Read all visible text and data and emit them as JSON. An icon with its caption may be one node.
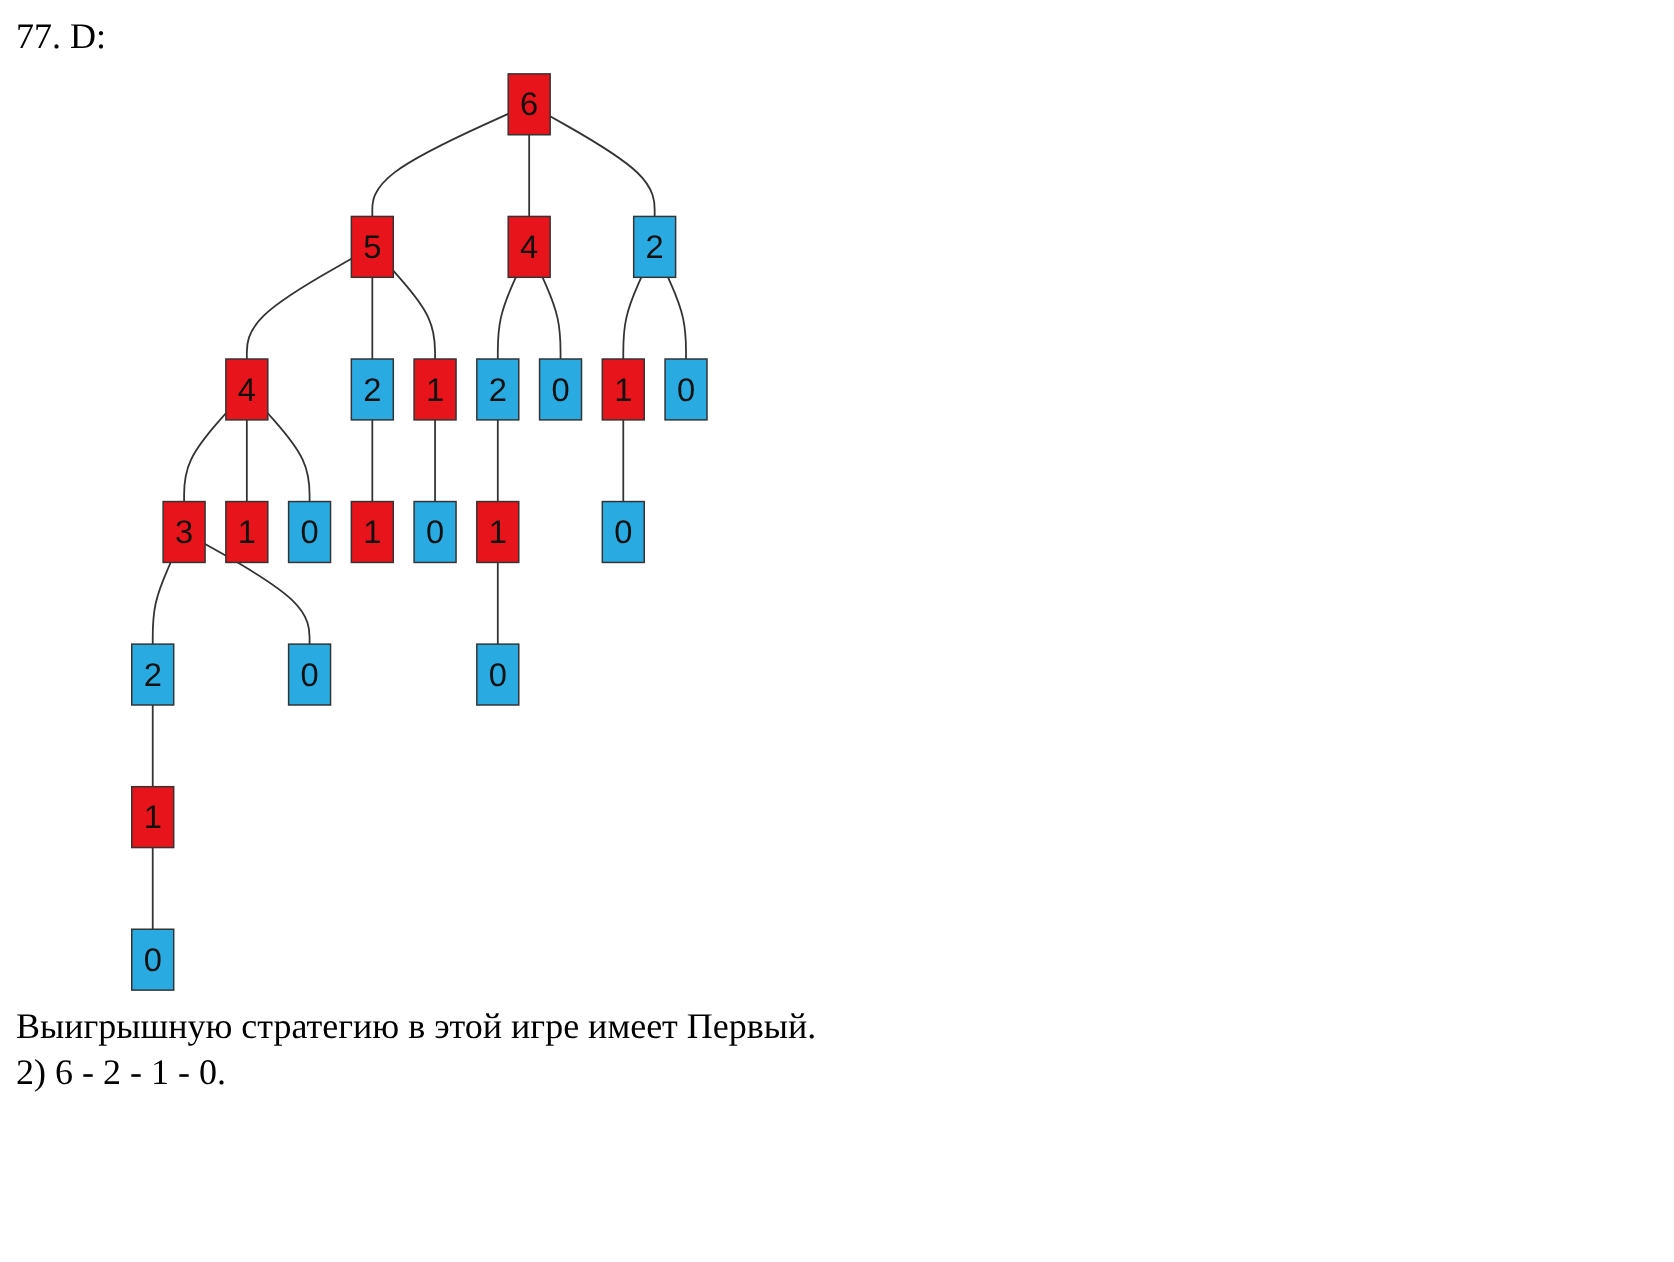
{
  "diagram": {
    "nodes": [
      {
        "text": [
          "6"
        ]
      },
      {
        "text": [
          "5"
        ]
      },
      {
        "text": [
          "4"
        ]
      },
      {
        "text": [
          "2"
        ]
      },
      {
        "text": [
          "4"
        ]
      },
      {
        "text": [
          "2"
        ]
      },
      {
        "text": [
          "1"
        ]
      },
      {
        "text": [
          "3"
        ]
      },
      {
        "text": [
          "1"
        ]
      },
      {
        "text": [
          "0"
        ]
      },
      {
        "text": [
          "2"
        ]
      },
      {
        "text": [
          "0"
        ]
      },
      {
        "text": [
          "1"
        ]
      },
      {
        "text": [
          "0"
        ]
      },
      {
        "text": [
          "1"
        ]
      },
      {
        "text": [
          "0"
        ]
      },
      {
        "text": [
          "2"
        ]
      },
      {
        "text": [
          "0"
        ]
      },
      {
        "text": [
          "1"
        ]
      },
      {
        "text": [
          "0"
        ]
      },
      {
        "text": [
          "1"
        ]
      },
      {
        "text": [
          "0"
        ]
      },
      {
        "text": [
          "0"
        ]
      }
    ],
    "edges": [
      {
        "from": 0,
        "to": 1,
        "arrow": "none"
      },
      {
        "from": 0,
        "to": 2,
        "arrow": "none"
      },
      {
        "from": 0,
        "to": 3,
        "arrow": "none"
      },
      {
        "from": 1,
        "to": 4,
        "arrow": "none"
      },
      {
        "from": 1,
        "to": 5,
        "arrow": "none"
      },
      {
        "from": 1,
        "to": 6,
        "arrow": "none"
      },
      {
        "from": 4,
        "to": 7,
        "arrow": "none"
      },
      {
        "from": 4,
        "to": 8,
        "arrow": "none"
      },
      {
        "from": 4,
        "to": 9,
        "arrow": "none"
      },
      {
        "from": 7,
        "to": 10,
        "arrow": "none"
      },
      {
        "from": 7,
        "to": 11,
        "arrow": "none"
      },
      {
        "from": 10,
        "to": 12,
        "arrow": "none"
      },
      {
        "from": 12,
        "to": 13,
        "arrow": "none"
      },
      {
        "from": 5,
        "to": 14,
        "arrow": "none"
      },
      {
        "from": 6,
        "to": 15,
        "arrow": "none"
      },
      {
        "from": 2,
        "to": 16,
        "arrow": "none"
      },
      {
        "from": 2,
        "to": 17,
        "arrow": "none"
      },
      {
        "from": 16,
        "to": 18,
        "arrow": "none"
      },
      {
        "from": 18,
        "to": 19,
        "arrow": "none"
      },
      {
        "from": 3,
        "to": 20,
        "arrow": "none"
      },
      {
        "from": 3,
        "to": 21,
        "arrow": "none"
      },
      {
        "from": 20,
        "to": 22,
        "arrow": "none"
      }
    ],
    "labels": [
      "77. D:",
      "Выигрышную стратегию в этой игре имеет Первый.",
      "2) 6 - 2 - 1 - 0."
    ]
  }
}
